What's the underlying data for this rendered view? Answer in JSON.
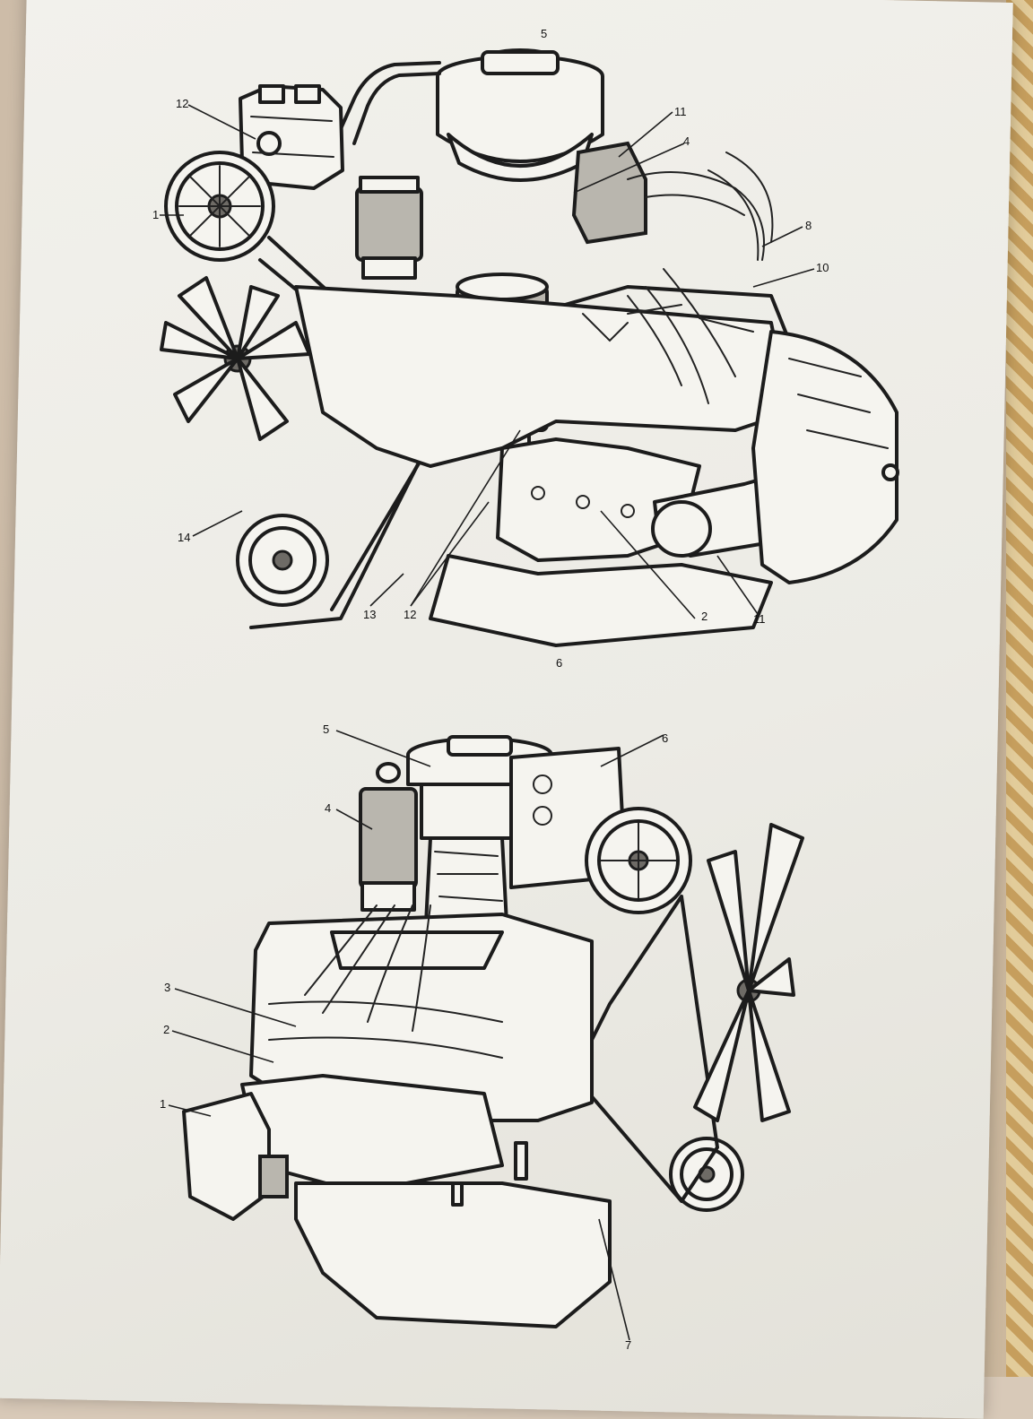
{
  "diagram": {
    "top_engine": {
      "callouts": [
        {
          "id": "t12",
          "text": "12"
        },
        {
          "id": "t1",
          "text": "1"
        },
        {
          "id": "t5",
          "text": "5"
        },
        {
          "id": "t11",
          "text": "11"
        },
        {
          "id": "t4",
          "text": "4"
        },
        {
          "id": "t8",
          "text": "8"
        },
        {
          "id": "t10",
          "text": "10"
        },
        {
          "id": "t14",
          "text": "14"
        },
        {
          "id": "t13b",
          "text": "13"
        },
        {
          "id": "t12b",
          "text": "12"
        },
        {
          "id": "t2",
          "text": "2"
        },
        {
          "id": "t11b",
          "text": "11"
        },
        {
          "id": "t6",
          "text": "6"
        }
      ]
    },
    "bottom_engine": {
      "callouts": [
        {
          "id": "b5",
          "text": "5"
        },
        {
          "id": "b6",
          "text": "6"
        },
        {
          "id": "b4",
          "text": "4"
        },
        {
          "id": "b3",
          "text": "3"
        },
        {
          "id": "b2",
          "text": "2"
        },
        {
          "id": "b1",
          "text": "1"
        },
        {
          "id": "b7",
          "text": "7"
        }
      ]
    }
  }
}
